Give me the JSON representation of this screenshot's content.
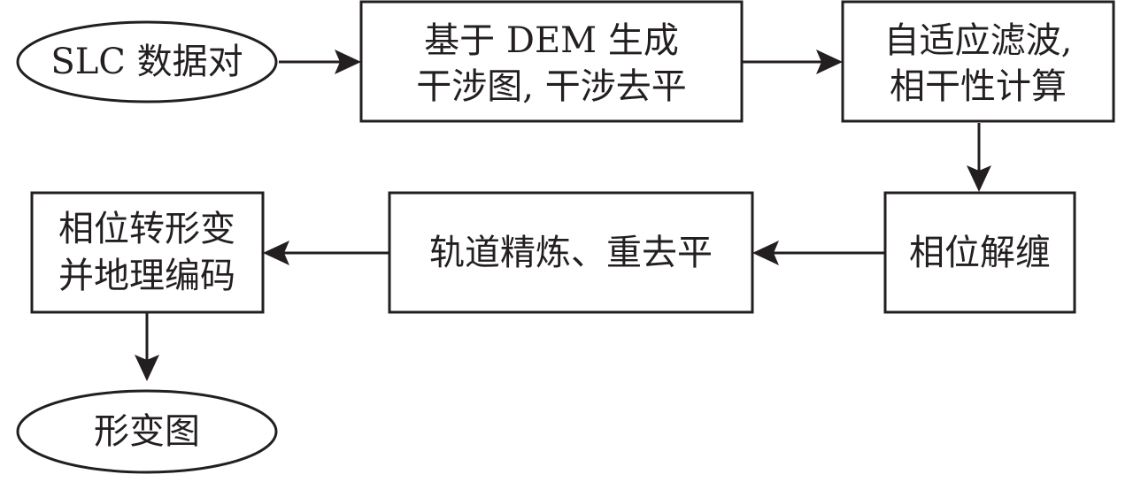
{
  "nodes": {
    "slc_pair": {
      "lines": [
        "SLC 数据对"
      ]
    },
    "dem_interferogram": {
      "lines": [
        "基于 DEM 生成",
        "干涉图, 干涉去平"
      ]
    },
    "filter_coherence": {
      "lines": [
        "自适应滤波,",
        "相干性计算"
      ]
    },
    "phase_unwrap": {
      "lines": [
        "相位解缠"
      ]
    },
    "orbit_refine": {
      "lines": [
        "轨道精炼、重去平"
      ]
    },
    "phase_to_deform": {
      "lines": [
        "相位转形变",
        "并地理编码"
      ]
    },
    "deform_map": {
      "lines": [
        "形变图"
      ]
    }
  },
  "colors": {
    "stroke": "#231f20",
    "fill": "#ffffff",
    "text": "#231f20"
  }
}
